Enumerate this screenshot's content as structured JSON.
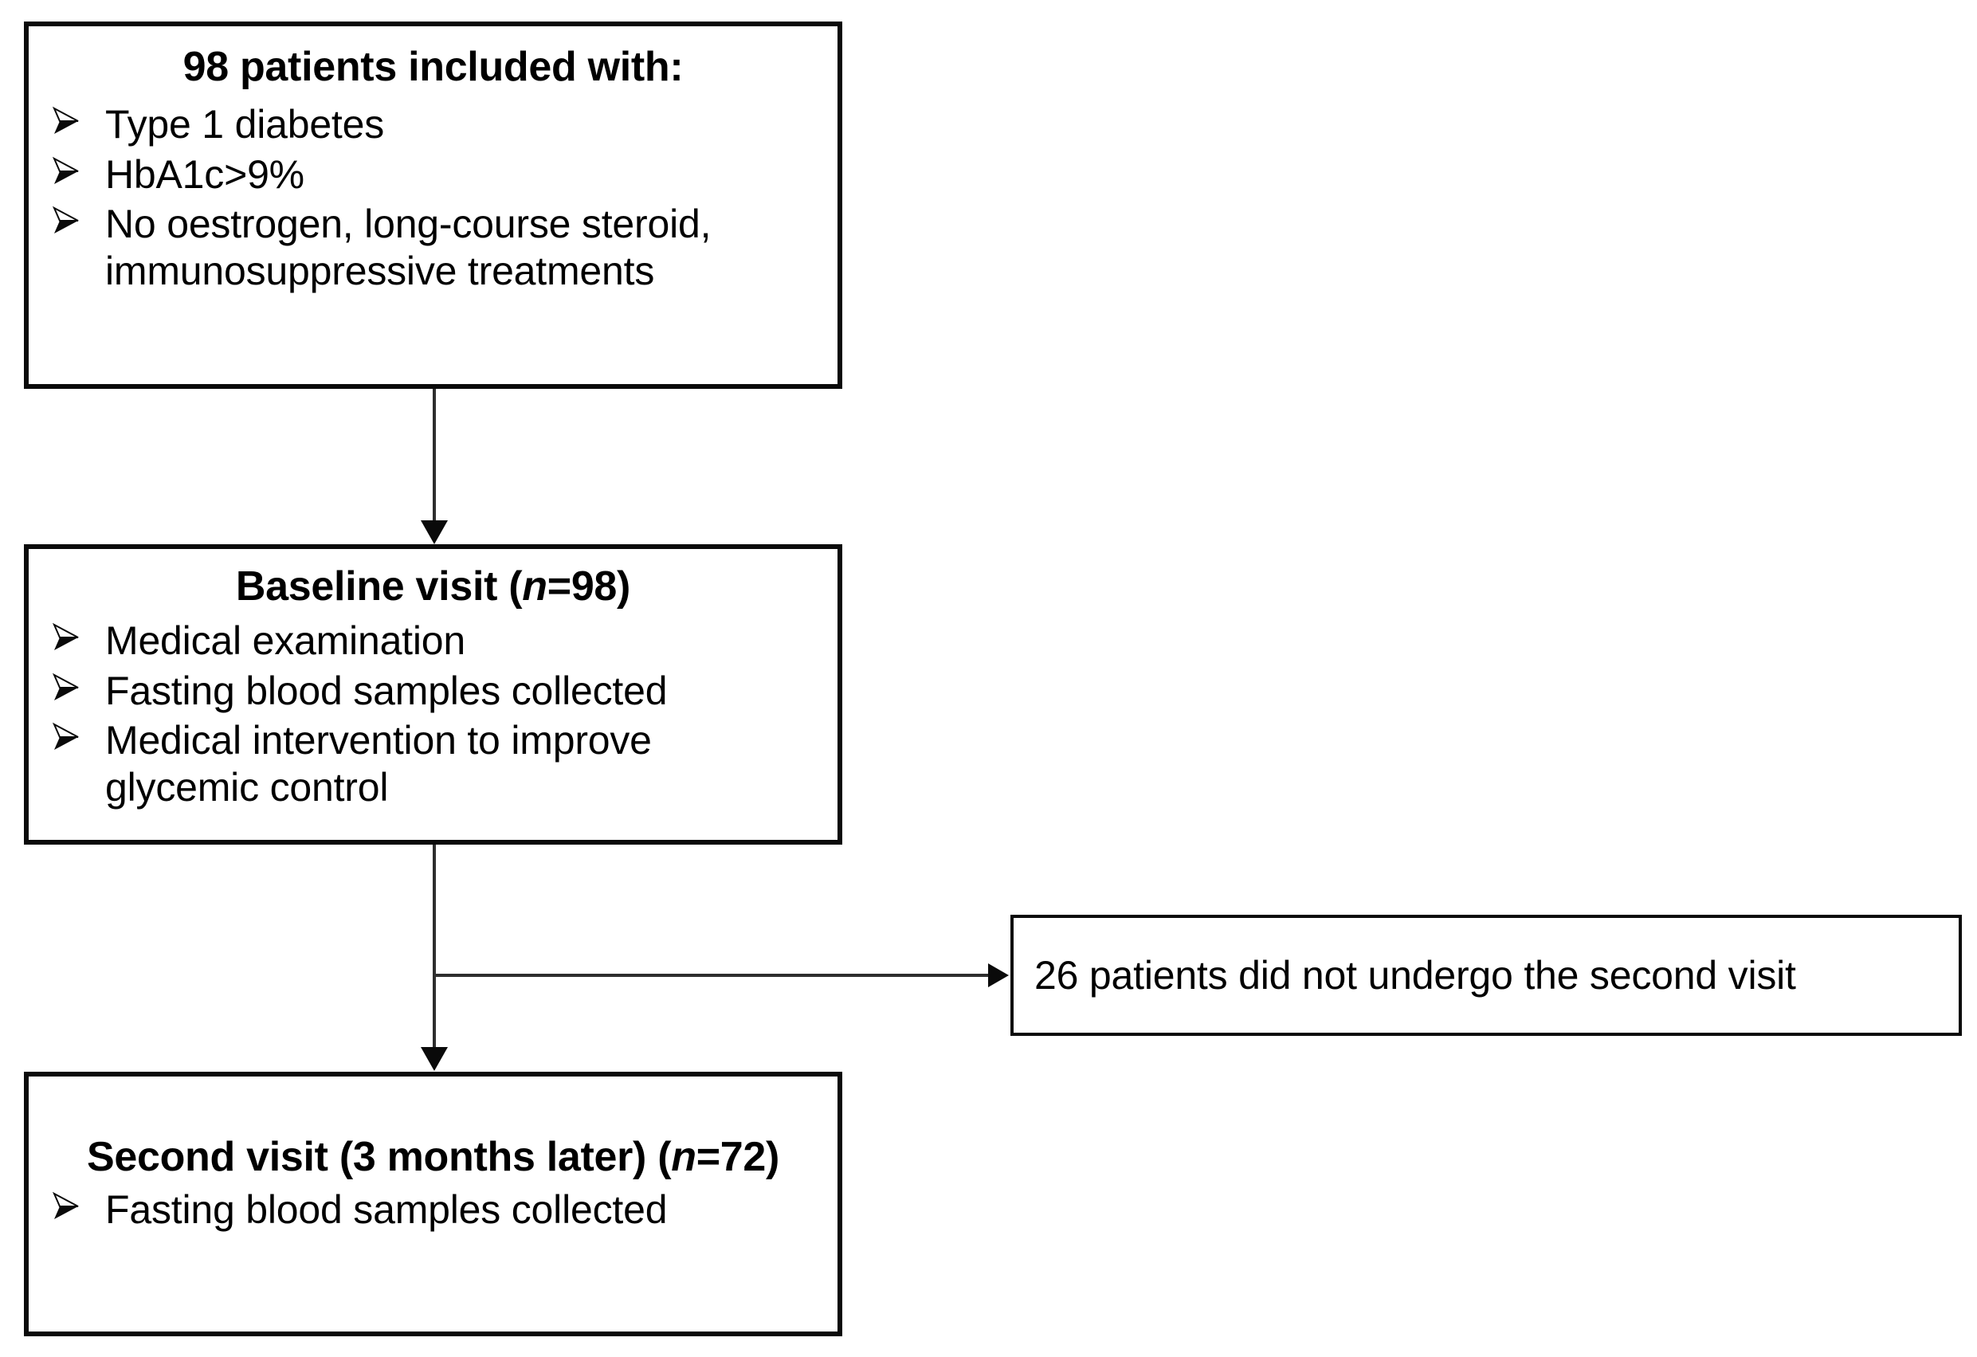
{
  "diagram": {
    "title": "Patient study flow diagram",
    "type": "flowchart",
    "background_color": "#ffffff",
    "line_color": "#2e2e2e",
    "border_color": "#0a0a0a",
    "bullet_glyph": "arrowhead-bullet-icon"
  },
  "boxes": {
    "inclusion": {
      "heading": "98 patients included with:",
      "bullets": [
        "Type 1 diabetes",
        "HbA1c>9%",
        "No oestrogen, long-course steroid, immunosuppressive treatments"
      ]
    },
    "baseline": {
      "heading_prefix": "Baseline visit (",
      "heading_italic": "n",
      "heading_suffix": "=98)",
      "bullets": [
        "Medical examination",
        "Fasting blood samples collected",
        "Medical intervention to improve glycemic control"
      ]
    },
    "second_visit": {
      "heading_prefix": "Second visit (3 months later) (",
      "heading_italic": "n",
      "heading_suffix": "=72)",
      "bullets": [
        "Fasting blood samples collected"
      ]
    },
    "dropout": {
      "text": "26 patients did not undergo the second visit"
    }
  },
  "connectors": {
    "inclusion_to_baseline": "arrow-down",
    "baseline_to_second_visit": "arrow-down",
    "baseline_to_dropout": "arrow-right"
  }
}
